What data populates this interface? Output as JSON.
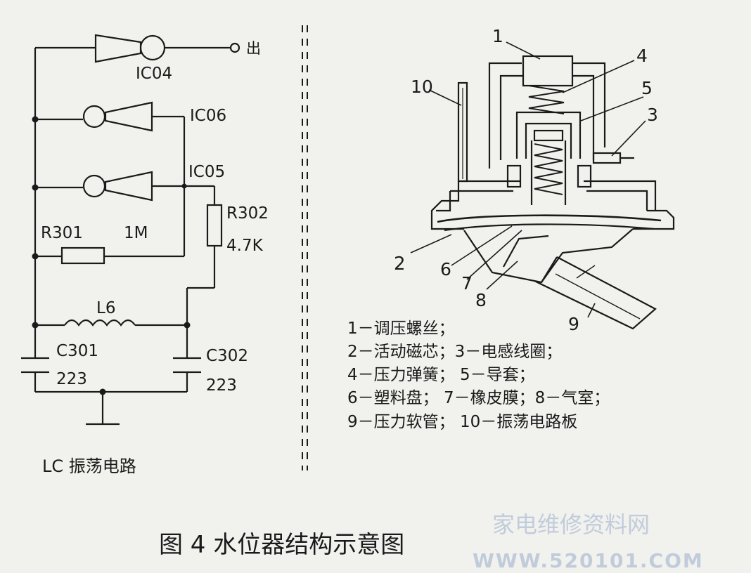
{
  "circuit": {
    "out_char": "出",
    "ic04": "IC04",
    "ic06": "IC06",
    "ic05": "IC05",
    "r301": "R301",
    "r301_val": "1M",
    "r302": "R302",
    "r302_val": "4.7K",
    "l6": "L6",
    "c301": "C301",
    "c301_val": "223",
    "c302": "C302",
    "c302_val": "223",
    "caption": "LC 振荡电路"
  },
  "structure": {
    "callouts": [
      "1",
      "4",
      "5",
      "3",
      "10",
      "2",
      "6",
      "7",
      "8",
      "9"
    ],
    "legend": [
      "1－调压螺丝；",
      "2－活动磁芯；3－电感线圈；",
      "4－压力弹簧；  5－导套；",
      "6－塑料盘；  7－橡皮膜；8－气室；",
      "9－压力软管；  10－振荡电路板"
    ]
  },
  "figure_title": "图 4    水位器结构示意图",
  "watermark": {
    "cn": "家电维修资料网",
    "url": "WWW.520101.COM"
  }
}
